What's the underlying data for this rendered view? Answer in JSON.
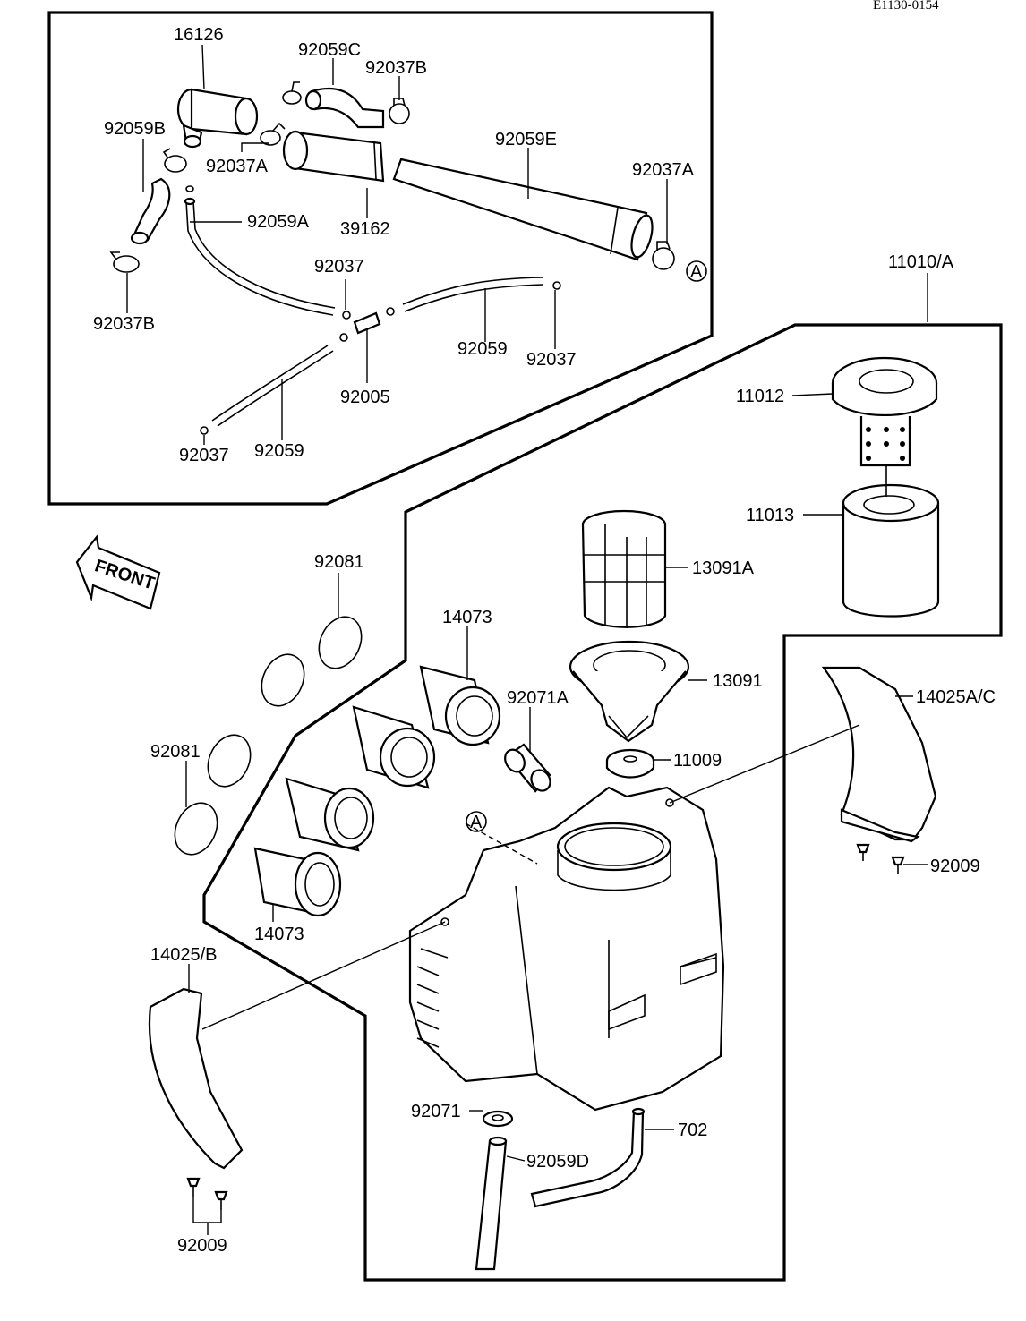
{
  "figure_code": "E1130-0154",
  "front_label": "FRONT",
  "ref_marker": "A",
  "parts": {
    "p16126": "16126",
    "p92059C": "92059C",
    "p92037B_top": "92037B",
    "p92059B": "92059B",
    "p92037A_left": "92037A",
    "p92059E": "92059E",
    "p92037A_right": "92037A",
    "p92059A": "92059A",
    "p39162": "39162",
    "p92037B_left": "92037B",
    "p92037_a": "92037",
    "p92059_a": "92059",
    "p92037_b": "92037",
    "p92005": "92005",
    "p92037_c": "92037",
    "p92059_b": "92059",
    "p11010A": "11010/A",
    "p11012": "11012",
    "p11013": "11013",
    "p13091A": "13091A",
    "p13091": "13091",
    "p11009": "11009",
    "p14025AC": "14025A/C",
    "p92009_right": "92009",
    "p92081_top": "92081",
    "p92081_left": "92081",
    "p14073_top": "14073",
    "p14073_bottom": "14073",
    "p92071A": "92071A",
    "p14025B": "14025/B",
    "p92071": "92071",
    "p92059D": "92059D",
    "p702": "702",
    "p92009_bottom": "92009"
  }
}
